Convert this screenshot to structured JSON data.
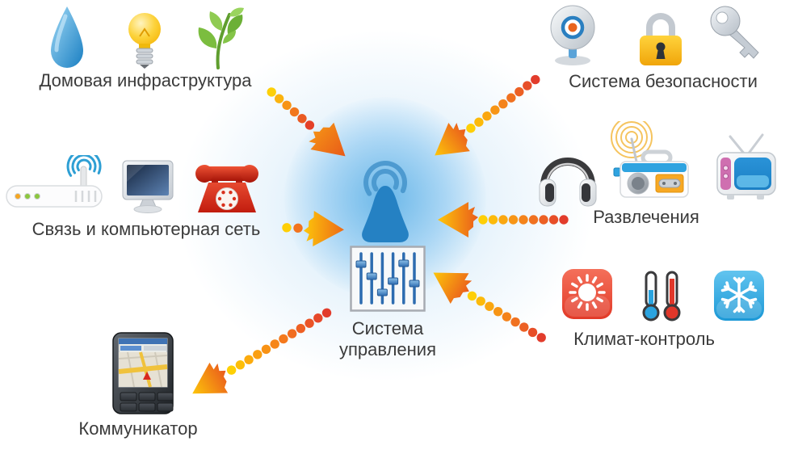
{
  "diagram": {
    "background": "#ffffff",
    "text_color": "#3b3b3b",
    "palette": {
      "arrow_yellow": "#fecf06",
      "arrow_orange": "#f2821b",
      "arrow_red": "#e23c2c",
      "hub_blue": "#2581c3",
      "glow_blue": "#8ec6ea"
    }
  },
  "hub": {
    "label": "Система управления",
    "icons": [
      "wireless-signal",
      "mixer-console"
    ]
  },
  "groups": [
    {
      "id": "home-infrastructure",
      "label": "Домовая инфраструктура",
      "icons": [
        "water-drop",
        "light-bulb",
        "plant"
      ]
    },
    {
      "id": "security",
      "label": "Система безопасности",
      "icons": [
        "webcam",
        "padlock",
        "key"
      ]
    },
    {
      "id": "network",
      "label": "Связь и компьютерная сеть",
      "icons": [
        "wifi-router",
        "monitor",
        "telephone"
      ]
    },
    {
      "id": "entertainment",
      "label": "Развлечения",
      "icons": [
        "headphones",
        "radio",
        "tv"
      ]
    },
    {
      "id": "climate",
      "label": "Климат-контроль",
      "icons": [
        "sun",
        "thermometers",
        "snowflake"
      ]
    },
    {
      "id": "communicator",
      "label": "Коммуникатор",
      "icons": [
        "smartphone"
      ]
    }
  ],
  "connections": [
    {
      "from": "home-infrastructure",
      "to": "hub"
    },
    {
      "from": "security",
      "to": "hub"
    },
    {
      "from": "network",
      "to": "hub"
    },
    {
      "from": "entertainment",
      "to": "hub"
    },
    {
      "from": "climate",
      "to": "hub"
    },
    {
      "from": "hub",
      "to": "communicator"
    }
  ]
}
